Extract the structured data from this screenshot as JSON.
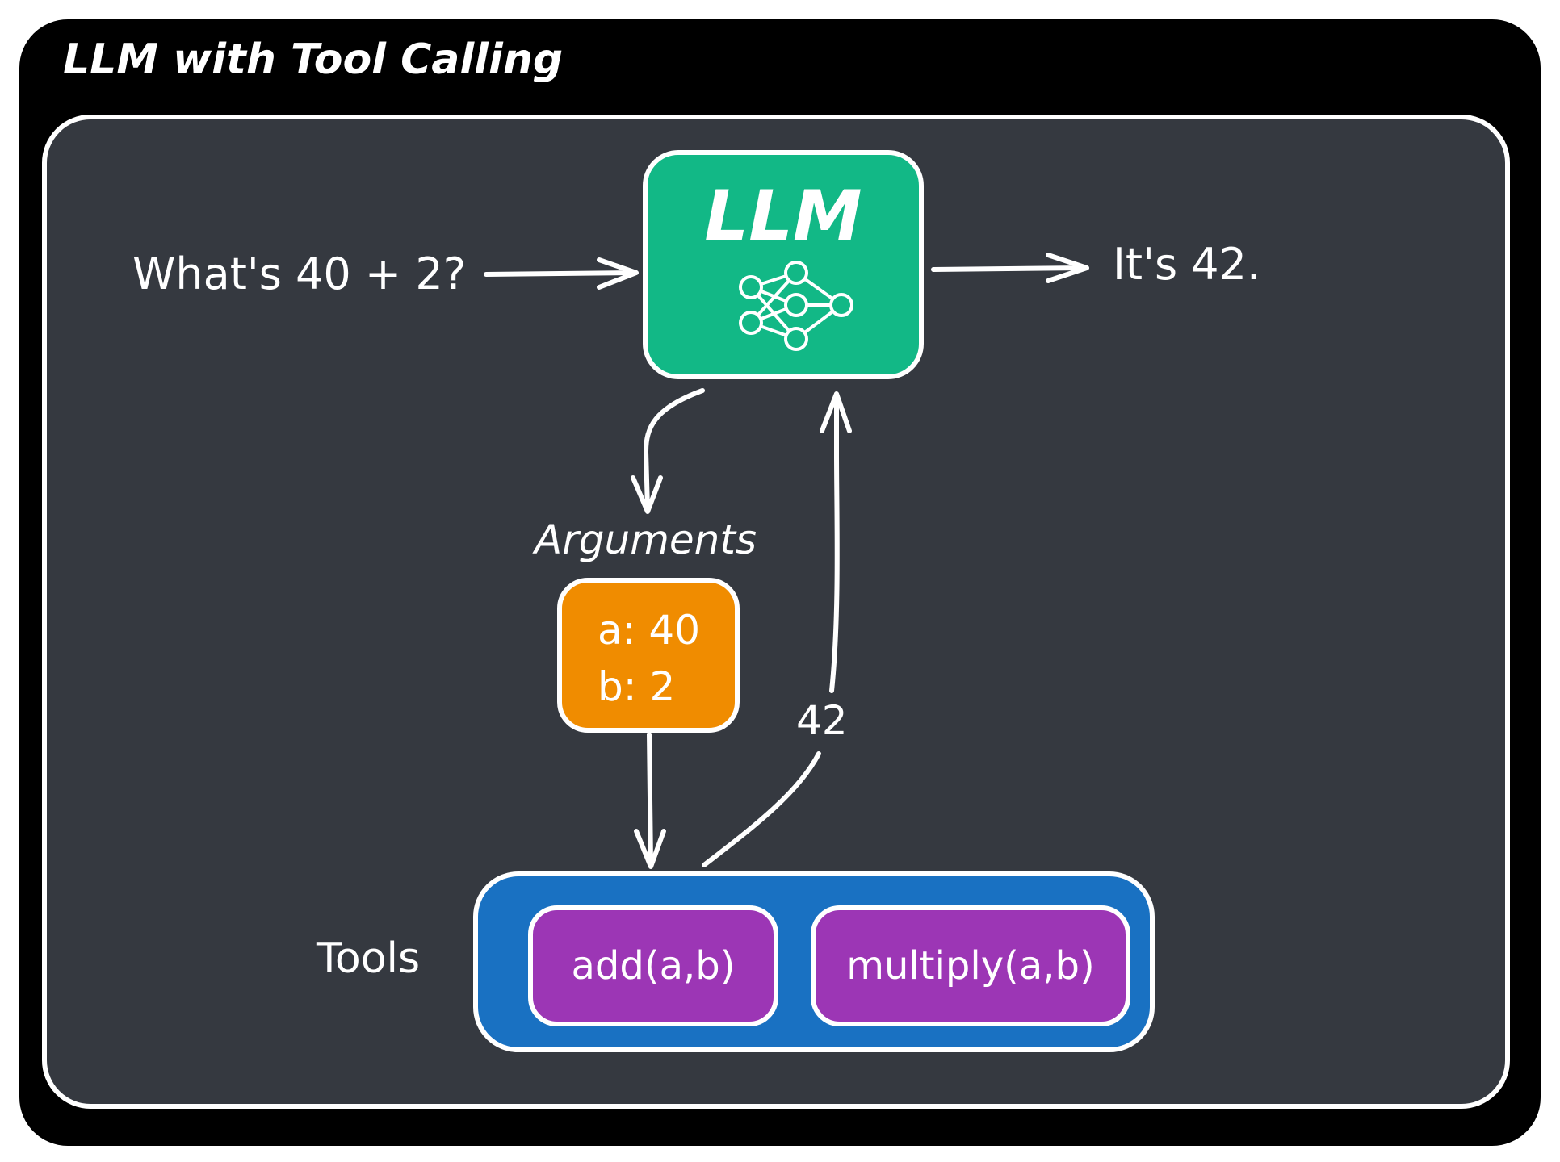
{
  "title": "LLM with Tool Calling",
  "colors": {
    "outer_frame": "#000000",
    "panel": "#353940",
    "llm": "#12b886",
    "arguments": "#f08c00",
    "tools": "#1971c2",
    "tool": "#9c36b5",
    "stroke": "#ffffff"
  },
  "input": "What's 40 + 2?",
  "llm": {
    "label": "LLM",
    "icon": "neural-network-icon"
  },
  "output": "It's 42.",
  "arguments": {
    "label": "Arguments",
    "lines": [
      "a: 40",
      "b: 2"
    ]
  },
  "result": "42",
  "tools": {
    "label": "Tools",
    "items": [
      "add(a,b)",
      "multiply(a,b)"
    ]
  }
}
